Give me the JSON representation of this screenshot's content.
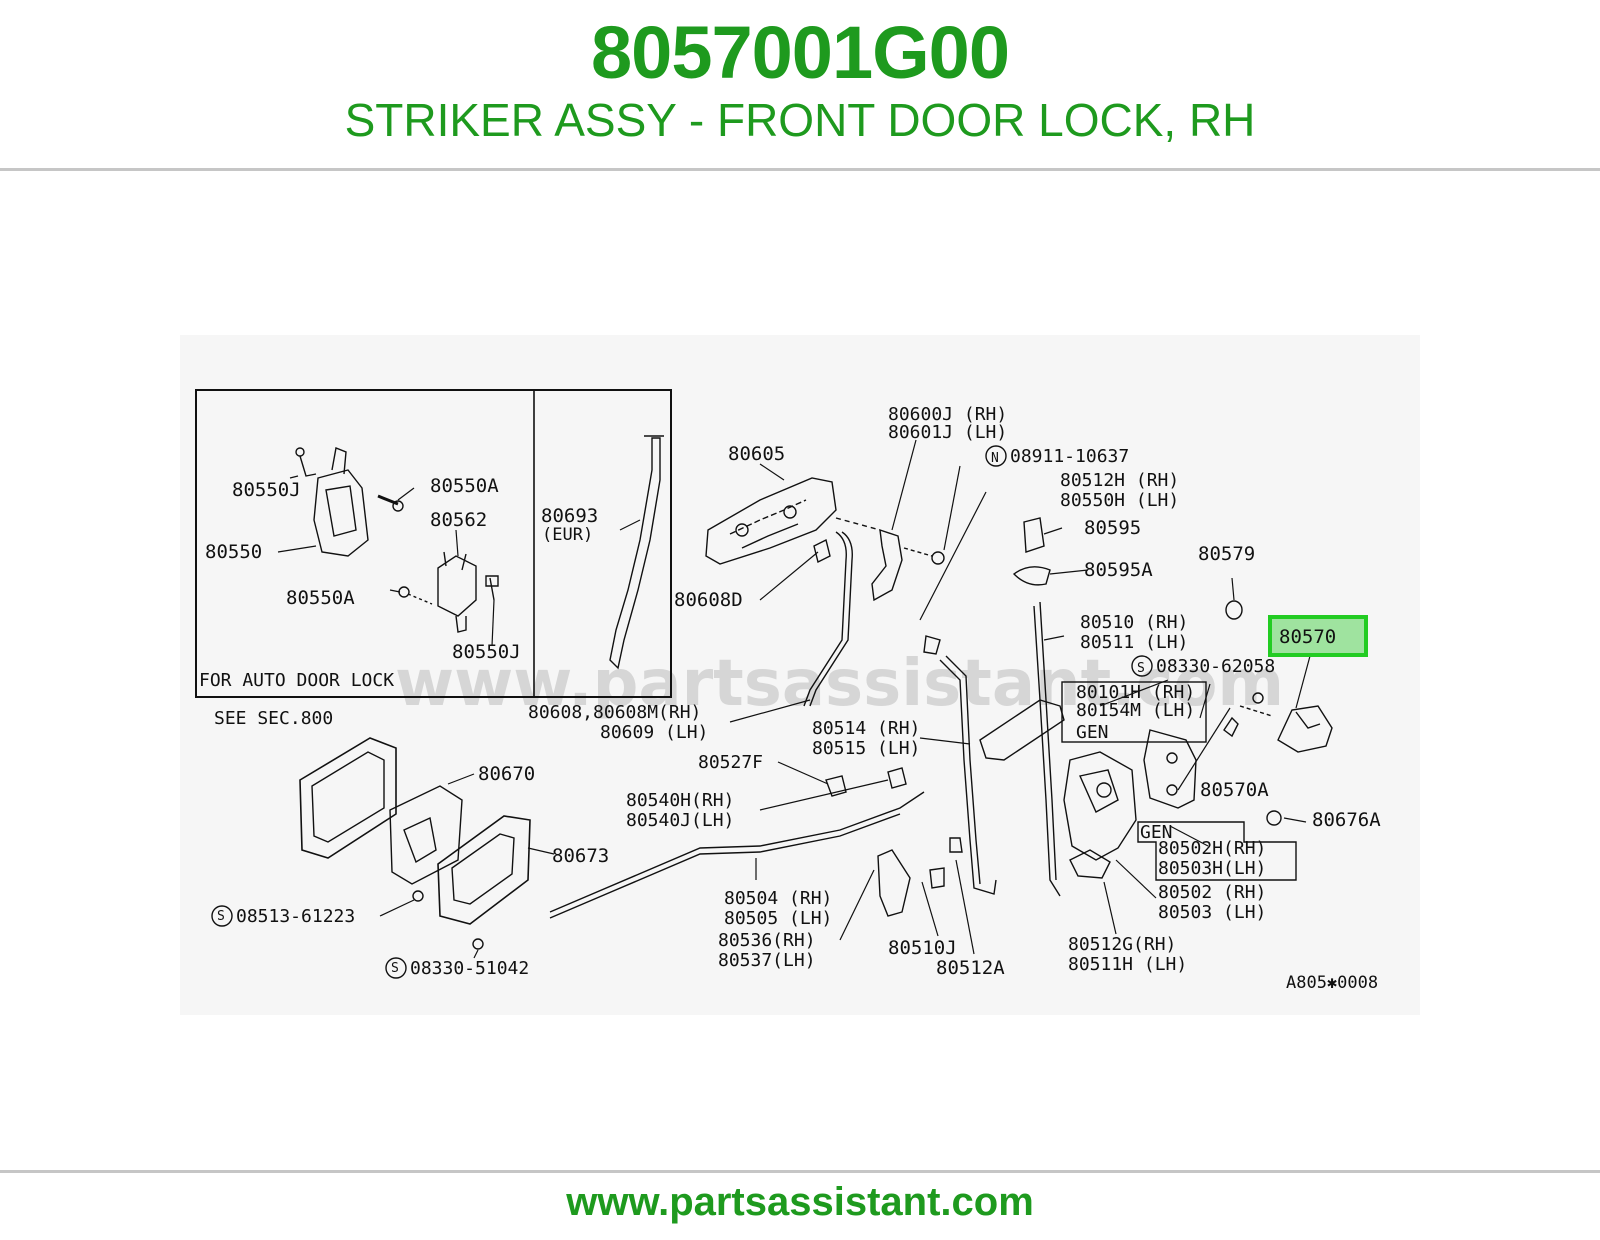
{
  "header": {
    "part_number": "8057001G00",
    "description": "STRIKER ASSY - FRONT DOOR LOCK, RH"
  },
  "diagram": {
    "watermark": "www.partsassistant.com",
    "inset_caption": "FOR AUTO DOOR LOCK",
    "figure_code": "A805✱0008",
    "highlighted_callout": "80570",
    "labels": {
      "l80550j_a": "80550J",
      "l80550a_a": "80550A",
      "l80550": "80550",
      "l80562": "80562",
      "l80550a_b": "80550A",
      "l80550j_b": "80550J",
      "l80693": "80693",
      "leur": "(EUR)",
      "l80605": "80605",
      "l80600j": "80600J (RH)",
      "l80601j": "80601J (LH)",
      "l08911": "08911-10637",
      "l80512h": "80512H (RH)",
      "l80550h": "80550H (LH)",
      "l80595": "80595",
      "l80595a": "80595A",
      "l80579": "80579",
      "l80608d": "80608D",
      "l80510": "80510 (RH)",
      "l80511": "80511 (LH)",
      "l08330_62058": "08330-62058",
      "l80101h": "80101H (RH)",
      "l80154m": "80154M (LH)",
      "lgen1": "GEN",
      "l80608": "80608,80608M(RH)",
      "l80609": "80609 (LH)",
      "l80514": "80514 (RH)",
      "l80515": "80515 (LH)",
      "lseesec": "SEE SEC.800",
      "l80670": "80670",
      "l80527f": "80527F",
      "l80540h": "80540H(RH)",
      "l80540j": "80540J(LH)",
      "l80570a": "80570A",
      "l80676a": "80676A",
      "lgen2": "GEN",
      "l80502h": "80502H(RH)",
      "l80503h": "80503H(LH)",
      "l80673": "80673",
      "l08513": "08513-61223",
      "l80504": "80504 (RH)",
      "l80505": "80505 (LH)",
      "l80536": "80536(RH)",
      "l80537": "80537(LH)",
      "l80502": "80502 (RH)",
      "l80503": "80503 (LH)",
      "l80510j": "80510J",
      "l80512a": "80512A",
      "l80512g": "80512G(RH)",
      "l80511h": "80511H (LH)",
      "l08330_51042": "08330-51042",
      "sym_n": "N",
      "sym_s1": "S",
      "sym_s2": "S",
      "sym_s3": "S"
    }
  },
  "footer": {
    "site": "www.partsassistant.com"
  },
  "colors": {
    "brand_green": "#1e9a1e",
    "highlight_fill": "#9fe39f",
    "highlight_border": "#22cc22"
  }
}
